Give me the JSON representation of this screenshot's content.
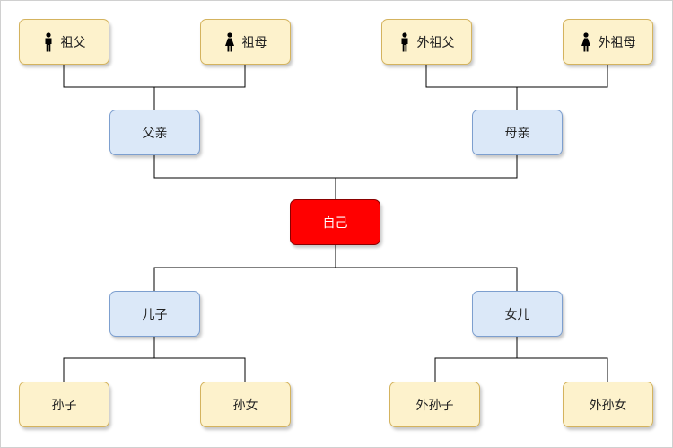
{
  "colors": {
    "leaf_fill": "#fdf2cc",
    "leaf_border": "#d4b35e",
    "parent_fill": "#dbe8f8",
    "parent_border": "#7d9fcf",
    "self_fill": "#ff0000",
    "connector": "#000000"
  },
  "grandparents": {
    "paternal_grandfather": {
      "label": "祖父",
      "icon": "male-person-icon"
    },
    "paternal_grandmother": {
      "label": "祖母",
      "icon": "female-person-icon"
    },
    "maternal_grandfather": {
      "label": "外祖父",
      "icon": "male-person-icon"
    },
    "maternal_grandmother": {
      "label": "外祖母",
      "icon": "female-person-icon"
    }
  },
  "parents": {
    "father": {
      "label": "父亲"
    },
    "mother": {
      "label": "母亲"
    }
  },
  "self": {
    "label": "自己"
  },
  "children": {
    "son": {
      "label": "儿子"
    },
    "daughter": {
      "label": "女儿"
    }
  },
  "grandchildren": {
    "grandson": {
      "label": "孙子"
    },
    "granddaughter": {
      "label": "孙女"
    },
    "daughters_son": {
      "label": "外孙子"
    },
    "daughters_daughter": {
      "label": "外孙女"
    }
  }
}
